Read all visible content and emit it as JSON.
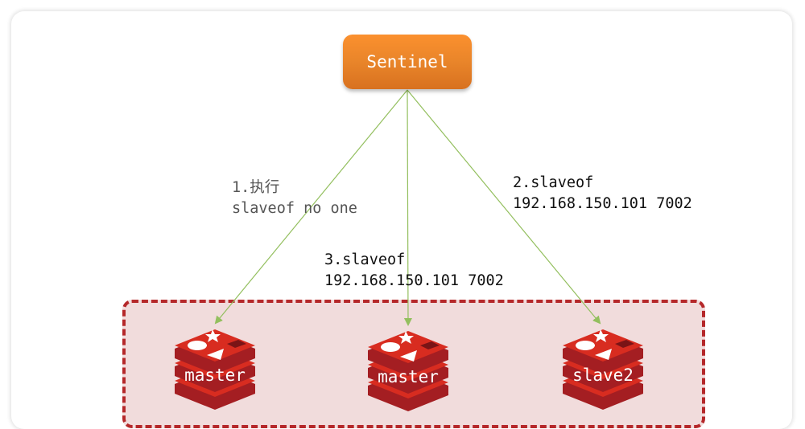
{
  "sentinel": {
    "label": "Sentinel",
    "color": "#ef8a2c"
  },
  "group": {
    "border_color": "#b5282a",
    "fill_color": "#f1dcdc"
  },
  "nodes": [
    {
      "label": "master",
      "role": "former-slave-promoted"
    },
    {
      "label": "master",
      "role": "old-master"
    },
    {
      "label": "slave2",
      "role": "slave"
    }
  ],
  "steps": [
    {
      "line1": "1.执行",
      "line2": "slaveof no one"
    },
    {
      "line1": "2.slaveof",
      "line2": "192.168.150.101 7002"
    },
    {
      "line1": "3.slaveof",
      "line2": "192.168.150.101 7002"
    }
  ],
  "arrow_color": "#93bf5e"
}
